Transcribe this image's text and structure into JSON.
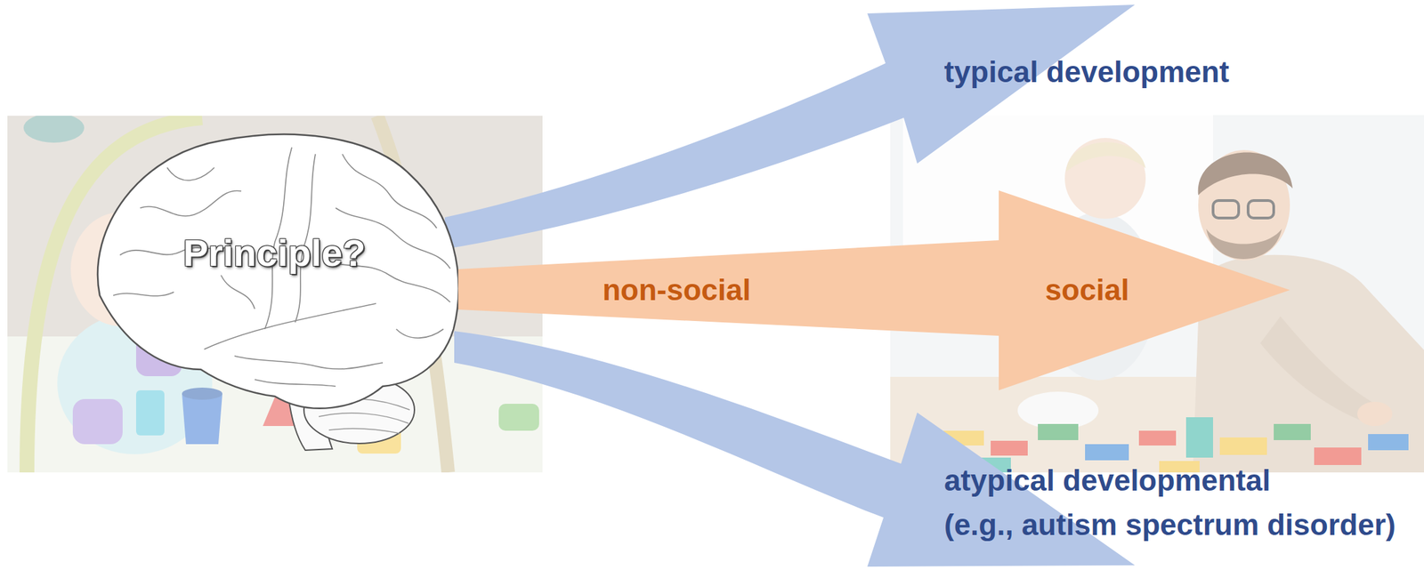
{
  "diagram": {
    "nodes": [
      {
        "text": [
          "Principle?"
        ]
      },
      {
        "text": [
          "non-social",
          "social"
        ]
      }
    ],
    "labels": [
      "typical development",
      "atypical developmental (e.g., autism spectrum disorder)"
    ]
  }
}
